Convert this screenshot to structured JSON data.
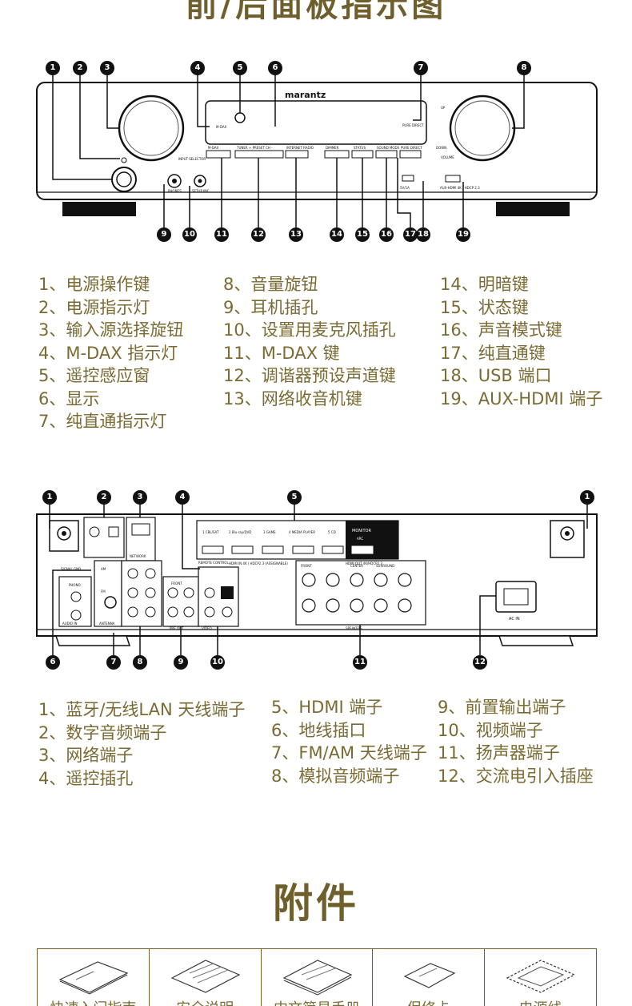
{
  "header": {
    "title": "前/后面板指示图"
  },
  "front_panel": {
    "brand": "marantz",
    "small_labels": {
      "mdax": "M-DAX",
      "pure_direct": "PURE DIRECT",
      "input_selector": "INPUT SELECTOR",
      "phones": "PHONES",
      "setup_mic": "SETUP MIC",
      "tuner_preset": "TUNER + PRESET CH -",
      "internet_radio": "INTERNET RADIO",
      "dimmer": "DIMMER",
      "status": "STATUS",
      "sound_mode": "SOUND MODE",
      "pure_direct_btn": "PURE DIRECT",
      "volume": "VOLUME",
      "up": "UP",
      "down": "DOWN",
      "usb": "5V/1A",
      "aux_hdmi": "AUX-HDMI 4K / HDCP 2.3"
    },
    "top_callouts": [
      "1",
      "2",
      "3",
      "4",
      "5",
      "6",
      "7",
      "8"
    ],
    "bottom_callouts": [
      "9",
      "10",
      "11",
      "12",
      "13",
      "14",
      "15",
      "16",
      "17",
      "18",
      "19"
    ],
    "legend": {
      "col1": [
        "1、电源操作键",
        "2、电源指示灯",
        "3、输入源选择旋钮",
        "4、M-DAX 指示灯",
        "5、遥控感应窗",
        "6、显示",
        "7、纯直通指示灯"
      ],
      "col2": [
        "8、音量旋钮",
        "9、耳机插孔",
        "10、设置用麦克风插孔",
        "11、M-DAX 键",
        "12、调谐器预设声道键",
        "13、网络收音机键"
      ],
      "col3": [
        "14、明暗键",
        "15、状态键",
        "16、声音模式键",
        "17、纯直通键",
        "18、USB 端口",
        "19、AUX-HDMI 端子"
      ]
    }
  },
  "rear_panel": {
    "labels": {
      "hdmi_in": "HDMI IN 4K / HDCP2.3 (ASSIGNABLE)",
      "hdmi_out": "HDMI OUT 4K/HDCP2.3",
      "monitor": "MONITOR",
      "arc": "ARC",
      "hdmi1": "1 CBL/SAT",
      "hdmi2": "2 Blu-ray/DVD",
      "hdmi3": "3 GAME",
      "hdmi4": "4 MEDIA PLAYER",
      "hdmi5": "5 CD",
      "network": "NETWORK",
      "antenna": "ANTENNA",
      "audio_in": "AUDIO IN",
      "pre_out": "PRE OUT",
      "video": "VIDEO",
      "speakers": "SPEAKERS",
      "ac_in": "AC IN",
      "remote_control": "REMOTE CONTROL",
      "front": "FRONT",
      "center": "CENTER",
      "surround": "SURROUND",
      "phono": "PHONO",
      "signal_gnd": "SIGNAL GND",
      "am": "AM",
      "fm": "FM"
    },
    "top_callouts": [
      "1",
      "2",
      "3",
      "4",
      "5",
      "1"
    ],
    "bottom_callouts": [
      "6",
      "7",
      "8",
      "9",
      "10",
      "11",
      "12"
    ],
    "legend": {
      "col1": [
        "1、蓝牙/无线LAN 天线端子",
        "2、数字音频端子",
        "3、网络端子",
        "4、遥控插孔"
      ],
      "col2": [
        "5、HDMI 端子",
        "6、地线插口",
        "7、FM/AM 天线端子",
        "8、模拟音频端子"
      ],
      "col3": [
        "9、前置输出端子",
        "10、视频端子",
        "11、扬声器端子",
        "12、交流电引入插座"
      ]
    }
  },
  "accessories": {
    "title": "附件",
    "items": [
      "快速入门指南",
      "安全说明",
      "中文简易手册",
      "保修卡",
      "电源线"
    ]
  }
}
